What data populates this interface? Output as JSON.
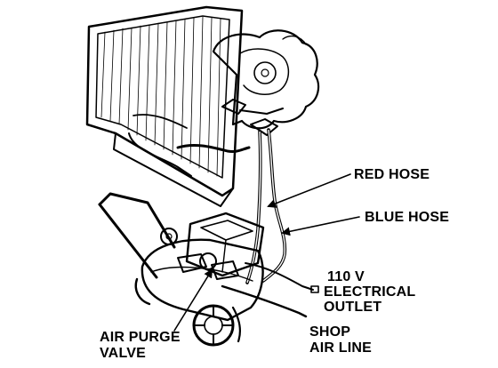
{
  "labels": {
    "red_hose": "RED HOSE",
    "blue_hose": "BLUE HOSE",
    "outlet_line1": "110 V",
    "outlet_line2": "ELECTRICAL",
    "outlet_line3": "OUTLET",
    "purge_line1": "AIR PURGE",
    "purge_line2": "VALVE",
    "shop_line1": "SHOP",
    "shop_line2": "AIR LINE"
  }
}
